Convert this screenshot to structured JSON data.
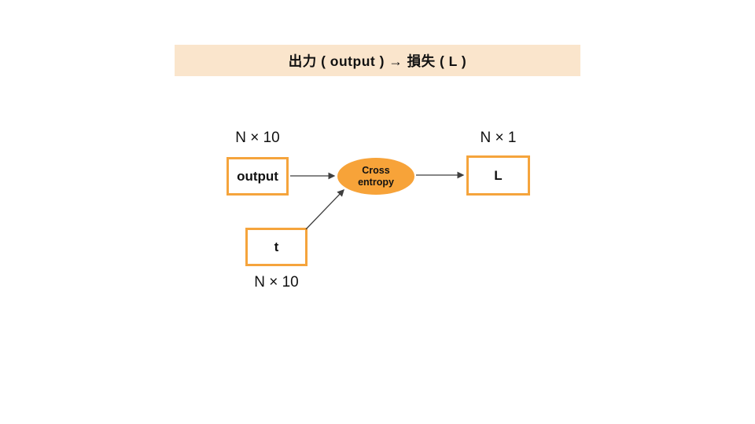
{
  "header": {
    "title": "出力 ( output ) → 損失 ( L )"
  },
  "diagram": {
    "output_box": {
      "label": "output",
      "dim": "N × 10"
    },
    "t_box": {
      "label": "t",
      "dim": "N × 10"
    },
    "l_box": {
      "label": "L",
      "dim": "N × 1"
    },
    "operation": {
      "line1": "Cross",
      "line2": "entropy"
    }
  },
  "colors": {
    "banner_bg": "#FAE5CC",
    "node_border": "#F5A43C",
    "operation_fill": "#F7A339",
    "arrow": "#3F3F3F",
    "text": "#111111"
  }
}
